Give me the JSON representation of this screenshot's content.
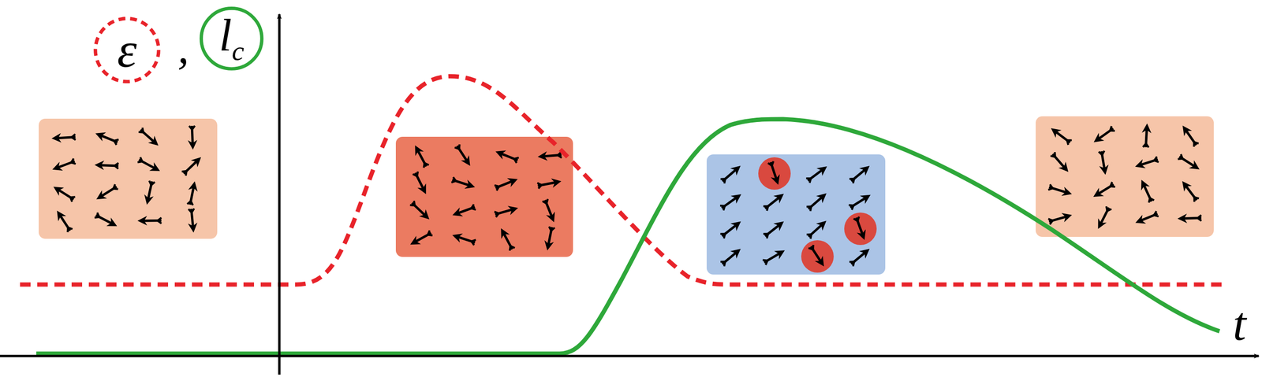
{
  "diagram": {
    "nodes": [
      {
        "text": [
          "ε"
        ]
      },
      {
        "text": [
          "l",
          "c"
        ]
      }
    ],
    "labels": [
      ",",
      "t"
    ]
  }
}
